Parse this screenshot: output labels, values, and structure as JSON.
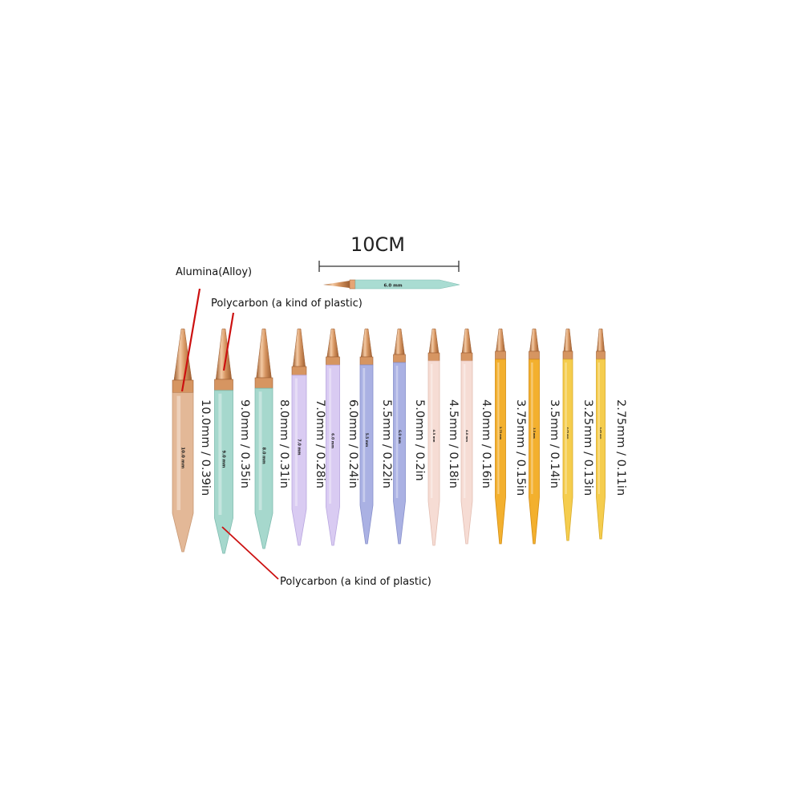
{
  "scale": {
    "label": "10CM",
    "sample_needle_text": "6.0 mm",
    "sample_color": "#a9dcd2"
  },
  "materials": {
    "tip": "Alumina(Alloy)",
    "cable_end": "Polycarbon (a kind of plastic)",
    "shaft": "Polycarbon (a kind of plastic)"
  },
  "colors": {
    "callout_line": "#cc1010",
    "copper": "#d69561",
    "copper_highlight": "#f3c9a3",
    "copper_shadow": "#9e5f32"
  },
  "needles": [
    {
      "size_label": "10.0mm / 0.39in",
      "body_text": "10.0 mm",
      "color": "#e3b897",
      "edge": "#c99873"
    },
    {
      "size_label": "9.0mm / 0.35in",
      "body_text": "9.0 mm",
      "color": "#a6d8cd",
      "edge": "#7fbcb0"
    },
    {
      "size_label": "8.0mm / 0.31in",
      "body_text": "8.0 mm",
      "color": "#a6d8cd",
      "edge": "#7fbcb0"
    },
    {
      "size_label": "7.0mm / 0.28in",
      "body_text": "7.0 mm",
      "color": "#d9cbf2",
      "edge": "#b8a6df"
    },
    {
      "size_label": "6.0mm / 0.24in",
      "body_text": "6.0 mm",
      "color": "#d9cbf2",
      "edge": "#b8a6df"
    },
    {
      "size_label": "5.5mm / 0.22in",
      "body_text": "5.5 mm",
      "color": "#aab1e3",
      "edge": "#8890cb"
    },
    {
      "size_label": "5.0mm / 0.2in",
      "body_text": "6.0 mm",
      "color": "#aab1e3",
      "edge": "#8890cb"
    },
    {
      "size_label": "4.5mm / 0.18in",
      "body_text": "4.5 mm",
      "color": "#f6dcd4",
      "edge": "#e3bdb1"
    },
    {
      "size_label": "4.0mm / 0.16in",
      "body_text": "4.0 mm",
      "color": "#f6dcd4",
      "edge": "#e3bdb1"
    },
    {
      "size_label": "3.75mm / 0.15in",
      "body_text": "3.75 mm",
      "color": "#f3b02e",
      "edge": "#d48d13"
    },
    {
      "size_label": "3.5mm / 0.14in",
      "body_text": "3.5 mm",
      "color": "#f3b02e",
      "edge": "#d48d13"
    },
    {
      "size_label": "3.25mm / 0.13in",
      "body_text": "2.75 mm",
      "color": "#f5cd4e",
      "edge": "#d9ab28"
    },
    {
      "size_label": "2.75mm / 0.11in",
      "body_text": "3.25 mm",
      "color": "#f5cd4e",
      "edge": "#d9ab28"
    }
  ]
}
